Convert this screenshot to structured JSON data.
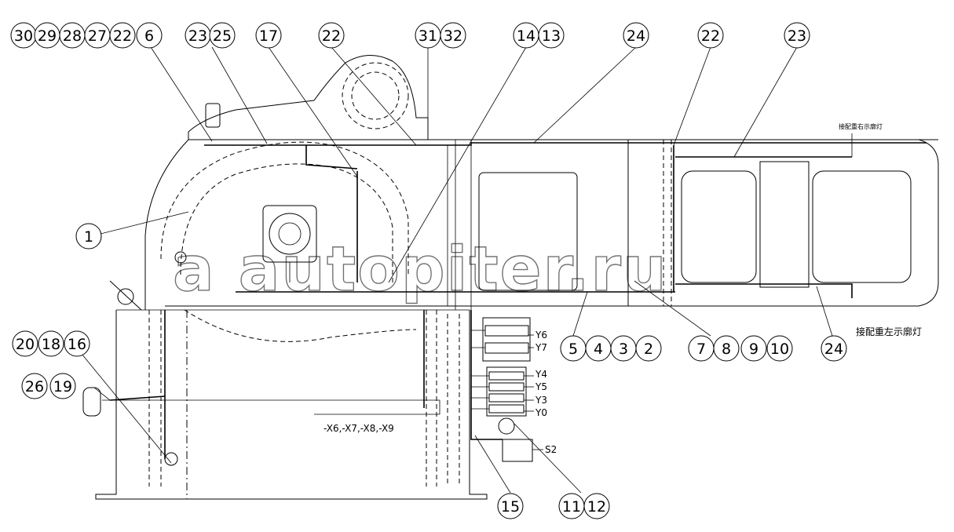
{
  "balloons_top": [
    "30",
    "29",
    "28",
    "27",
    "22",
    "6",
    "23",
    "25",
    "17",
    "22",
    "31",
    "32",
    "14",
    "13",
    "24",
    "22",
    "23"
  ],
  "balloons_mid": [
    "1",
    "5",
    "4",
    "3",
    "2",
    "7",
    "8",
    "9",
    "10",
    "24"
  ],
  "balloons_left": [
    "20",
    "18",
    "16",
    "26",
    "19"
  ],
  "balloons_bottom": [
    "15",
    "11",
    "12"
  ],
  "connector_labels": [
    "Y6",
    "Y7",
    "Y4",
    "Y5",
    "Y3",
    "Y0",
    "S2"
  ],
  "connector_group": "-X6,-X7,-X8,-X9",
  "note_right": "接配重左示廓灯",
  "note_right_top": "接配重右示廓灯",
  "watermark": "a autopiter.ru"
}
